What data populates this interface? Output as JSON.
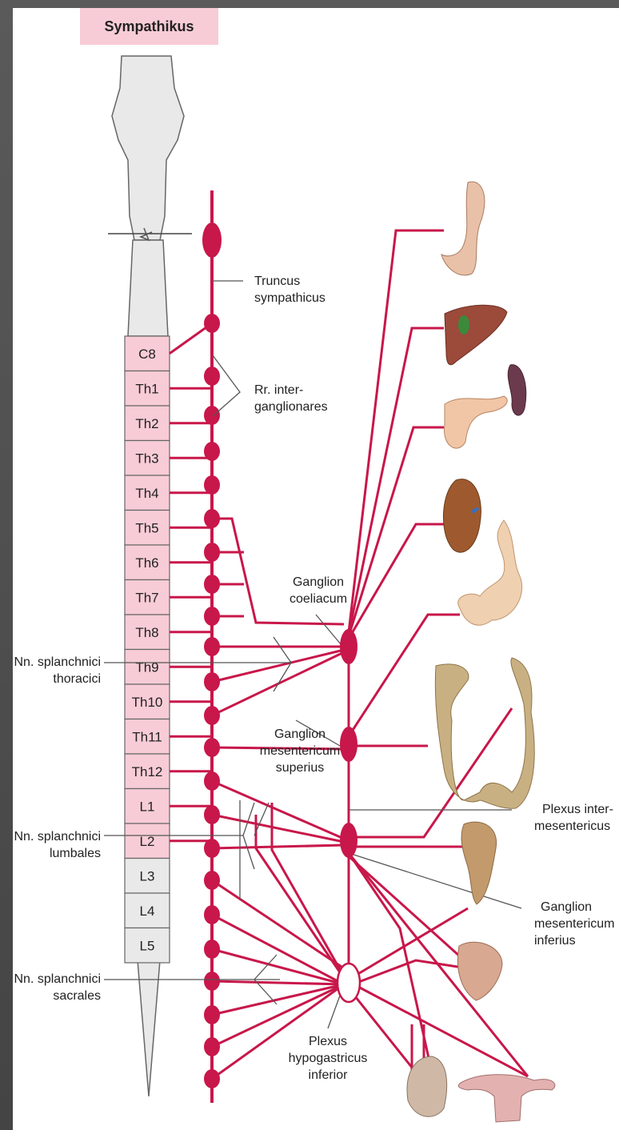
{
  "title": "Sympathikus",
  "segments": [
    "C8",
    "Th1",
    "Th2",
    "Th3",
    "Th4",
    "Th5",
    "Th6",
    "Th7",
    "Th8",
    "Th9",
    "Th10",
    "Th11",
    "Th12",
    "L1",
    "L2",
    "L3",
    "L4",
    "L5"
  ],
  "labels": {
    "truncus": [
      "Truncus",
      "sympathicus"
    ],
    "rr": [
      "Rr. inter-",
      "ganglionares"
    ],
    "coeliacum": [
      "Ganglion",
      "coeliacum"
    ],
    "thoracici": [
      "Nn. splanchnici",
      "thoracici"
    ],
    "mes_sup": [
      "Ganglion",
      "mesentericum",
      "superius"
    ],
    "plexus_inter": [
      "Plexus inter-",
      "mesentericus"
    ],
    "lumbales": [
      "Nn. splanchnici",
      "lumbales"
    ],
    "mes_inf": [
      "Ganglion",
      "mesentericum",
      "inferius"
    ],
    "sacrales": [
      "Nn. splanchnici",
      "sacrales"
    ],
    "hypogastricus": [
      "Plexus",
      "hypogastricus",
      "inferior"
    ]
  },
  "organs": [
    "stomach",
    "liver",
    "pancreas",
    "spleen",
    "kidney",
    "small-intestine",
    "colon",
    "rectum",
    "bladder",
    "male-genitals",
    "uterus"
  ],
  "colors": {
    "nerve": "#c8174a",
    "segment_fill": "#f7ccd6",
    "cord_fill": "#e9e9e9",
    "title_bg": "#f7ccd6"
  }
}
